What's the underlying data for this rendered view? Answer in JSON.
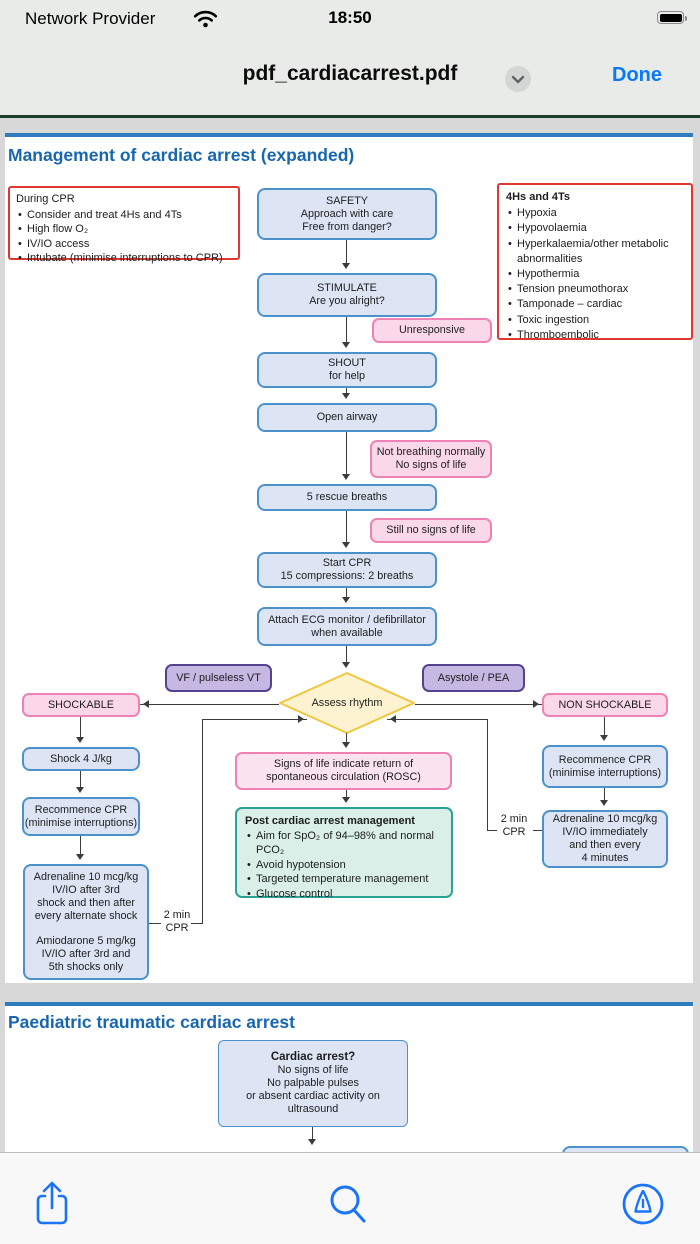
{
  "status_bar": {
    "carrier": "Network Provider",
    "time": "18:50",
    "wifi_icon": "wifi-icon",
    "battery_icon": "battery-full-icon"
  },
  "title_bar": {
    "title": "pdf_cardiacarrest.pdf",
    "chevron_icon": "chevron-down-icon",
    "done_label": "Done"
  },
  "page1": {
    "heading": "Management of cardiac arrest (expanded)",
    "during_cpr": {
      "title": "During CPR",
      "bullets": [
        "Consider and treat 4Hs and 4Ts",
        "High flow O₂",
        "IV/IO access",
        "Intubate (minimise interruptions to CPR)"
      ]
    },
    "hs_ts": {
      "title": "4Hs and 4Ts",
      "bullets": [
        "Hypoxia",
        "Hypovolaemia",
        "Hyperkalaemia/other metabolic abnormalities",
        "Hypothermia",
        "Tension pneumothorax",
        "Tamponade – cardiac",
        "Toxic ingestion",
        "Thromboembolic"
      ]
    },
    "safety": {
      "lines": [
        "SAFETY",
        "Approach with care",
        "Free from danger?"
      ]
    },
    "stimulate": {
      "lines": [
        "STIMULATE",
        "Are you alright?"
      ]
    },
    "unresponsive": "Unresponsive",
    "shout": {
      "lines": [
        "SHOUT",
        "for help"
      ]
    },
    "open_airway": "Open airway",
    "not_breathing": {
      "lines": [
        "Not breathing normally",
        "No signs of life"
      ]
    },
    "rescue_breaths": "5 rescue breaths",
    "still_no_signs": "Still no signs of life",
    "start_cpr": {
      "lines": [
        "Start CPR",
        "15 compressions: 2 breaths"
      ]
    },
    "attach_ecg": {
      "lines": [
        "Attach ECG monitor / defibrillator",
        "when available"
      ]
    },
    "vf_vt": "VF / pulseless VT",
    "asystole": "Asystole / PEA",
    "assess_rhythm": "Assess rhythm",
    "shockable": "SHOCKABLE",
    "non_shockable": "NON SHOCKABLE",
    "shock4": "Shock 4 J/kg",
    "recommence_left": {
      "lines": [
        "Recommence CPR",
        "(minimise interruptions)"
      ]
    },
    "adrenaline_left": {
      "para1": [
        "Adrenaline 10 mcg/kg",
        "IV/IO after 3rd",
        "shock and then after",
        "every alternate shock"
      ],
      "para2": [
        "Amiodarone 5 mg/kg",
        "IV/IO after 3rd and",
        "5th shocks only"
      ]
    },
    "two_min_left": {
      "lines": [
        "2 min",
        "CPR"
      ]
    },
    "rosc": {
      "lines": [
        "Signs of life indicate return of",
        "spontaneous circulation (ROSC)"
      ]
    },
    "post_arrest": {
      "title": "Post cardiac arrest management",
      "bullets": [
        "Aim for SpO₂ of 94–98% and normal PCO₂",
        "Avoid hypotension",
        "Targeted temperature management",
        "Glucose control"
      ]
    },
    "recommence_right": {
      "lines": [
        "Recommence CPR",
        "(minimise interruptions)"
      ]
    },
    "adrenaline_right": {
      "lines": [
        "Adrenaline 10 mcg/kg",
        "IV/IO immediately",
        "and then every",
        "4 minutes"
      ]
    },
    "two_min_right": {
      "lines": [
        "2 min",
        "CPR"
      ]
    }
  },
  "page2": {
    "heading": "Paediatric traumatic cardiac arrest",
    "cardiac_arrest": {
      "title": "Cardiac arrest?",
      "lines": [
        "No signs of life",
        "No palpable pulses",
        "or absent cardiac activity on",
        "ultrasound"
      ]
    }
  },
  "toolbar": {
    "icons": [
      "share-icon",
      "search-icon",
      "markup-icon"
    ]
  },
  "colors": {
    "accent_blue": "#0879ff",
    "heading_blue": "#1766ae",
    "section_bar_blue": "#2e7cbe",
    "box_blue_fill": "#dde4f4",
    "box_blue_border": "#4b92cc",
    "box_pink_fill": "#fbd8e9",
    "box_pink_border": "#ee82b4",
    "box_purple_fill": "#c6b7e3",
    "box_purple_border": "#554390",
    "diamond_fill": "#fdf3d0",
    "diamond_border": "#f1c63e",
    "box_green_fill": "#d9efe7",
    "box_green_border": "#2aa296",
    "box_red_border": "#e0372e",
    "nav_background": "#e8ebe7",
    "nav_divider_green": "#1d3b2a",
    "toolbar_icon_blue": "#1b74f8"
  }
}
